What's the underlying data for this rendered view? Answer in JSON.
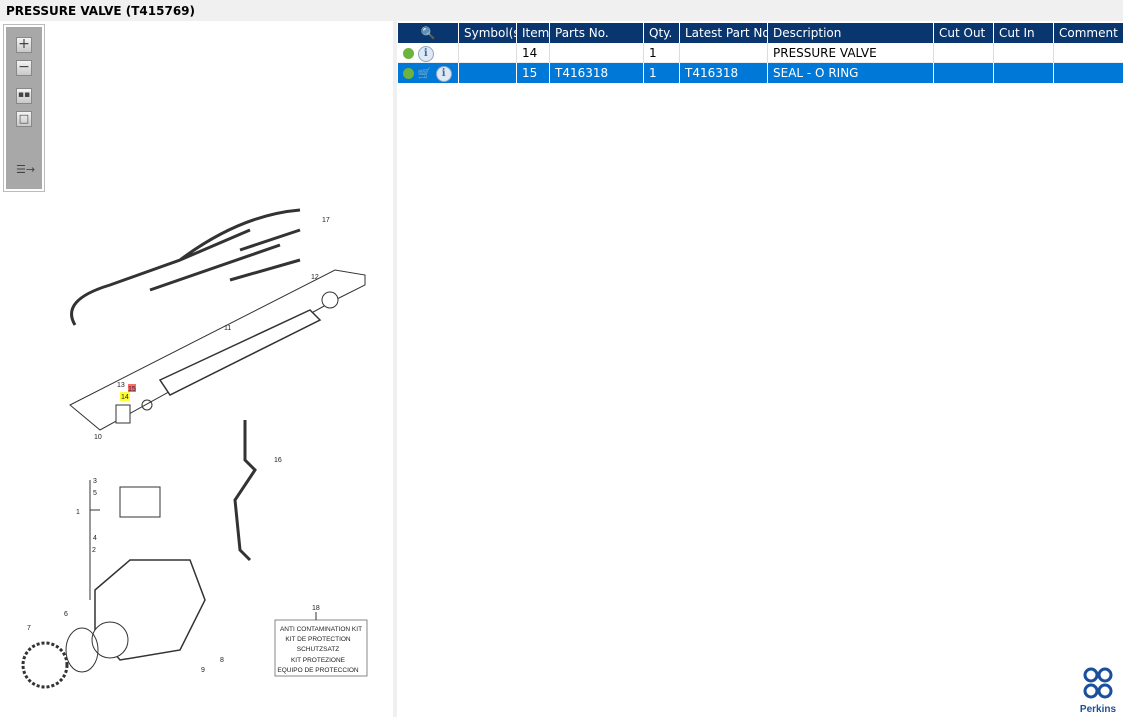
{
  "title": "PRESSURE VALVE (T415769)",
  "toolbar": {
    "zoom_in": "+",
    "zoom_out": "−"
  },
  "table": {
    "headers": [
      "",
      "Symbol(s)",
      "Item",
      "Parts No.",
      "Qty.",
      "Latest Part No.",
      "Description",
      "Cut Out",
      "Cut In",
      "Comment"
    ],
    "rows": [
      {
        "item": "14",
        "parts_no": "",
        "qty": "1",
        "latest": "",
        "description": "PRESSURE VALVE",
        "cut_out": "",
        "cut_in": "",
        "comment": "",
        "selected": false
      },
      {
        "item": "15",
        "parts_no": "T416318",
        "qty": "1",
        "latest": "T416318",
        "description": "SEAL - O RING",
        "cut_out": "",
        "cut_in": "",
        "comment": "",
        "selected": true
      }
    ]
  },
  "diagram": {
    "callouts": [
      "17",
      "12",
      "11",
      "13",
      "15",
      "14",
      "10",
      "16",
      "3",
      "5",
      "1",
      "4",
      "2",
      "6",
      "7",
      "18",
      "8",
      "9"
    ],
    "kit_box": [
      "ANTI CONTAMINATION KIT",
      "KIT DE PROTECTION",
      "SCHUTZSATZ",
      "KIT PROTEZIONE",
      "EQUIPO DE PROTECCION"
    ]
  },
  "logo": {
    "text": "Perkins",
    "color": "#1a4f9c"
  },
  "colors": {
    "header": "#0a3670",
    "selected": "#0078d7"
  }
}
